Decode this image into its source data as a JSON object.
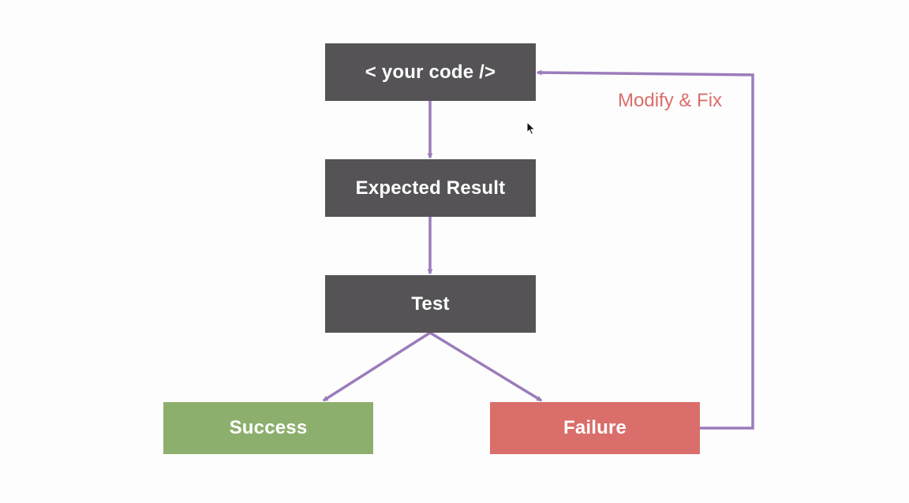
{
  "nodes": {
    "code": {
      "label": "< your code />",
      "color": "#555356"
    },
    "expected": {
      "label": "Expected Result",
      "color": "#555356"
    },
    "test": {
      "label": "Test",
      "color": "#555356"
    },
    "success": {
      "label": "Success",
      "color": "#8daf6e"
    },
    "failure": {
      "label": "Failure",
      "color": "#da6e6a"
    }
  },
  "edges": {
    "fix_label": "Modify & Fix",
    "fix_label_color": "#da6e6a",
    "arrow_color": "#9b7cbb"
  },
  "icons": {
    "cursor": "mouse-pointer-icon"
  }
}
